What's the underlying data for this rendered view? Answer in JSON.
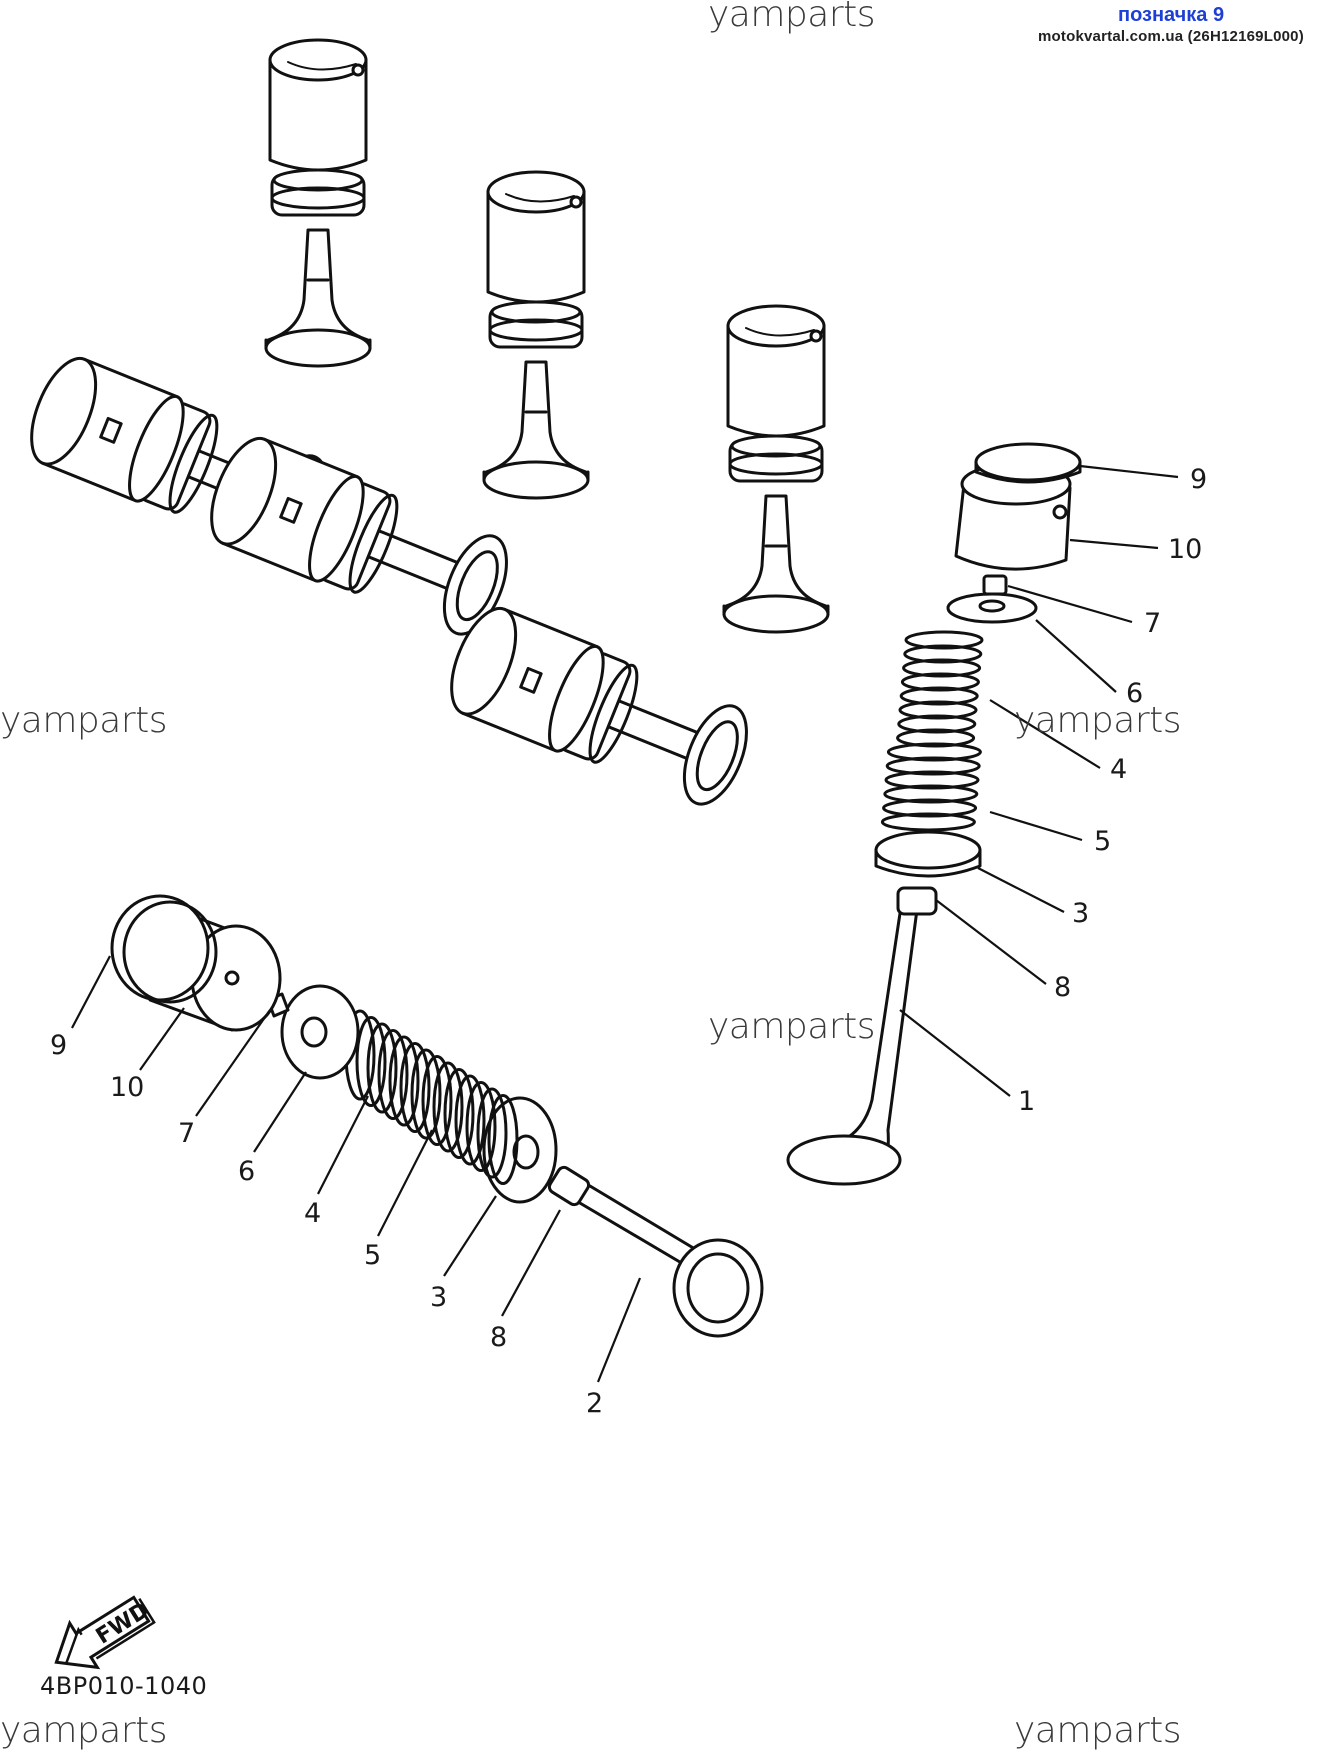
{
  "header": {
    "title": "позначка 9",
    "title_color": "#1e3fd6",
    "subtitle": "motokvartal.com.ua (26H12169L000)"
  },
  "watermarks": [
    "yamparts",
    "yamparts",
    "yamparts",
    "yamparts",
    "yamparts",
    "yamparts"
  ],
  "diagram_code": "4BP010-1040",
  "fwd_label": "FWD",
  "callouts_right": [
    "9",
    "10",
    "7",
    "6",
    "4",
    "5",
    "3",
    "8",
    "1"
  ],
  "callouts_left": [
    "9",
    "10",
    "7",
    "6",
    "4",
    "5",
    "3",
    "8",
    "2"
  ],
  "line_color": "#111111"
}
